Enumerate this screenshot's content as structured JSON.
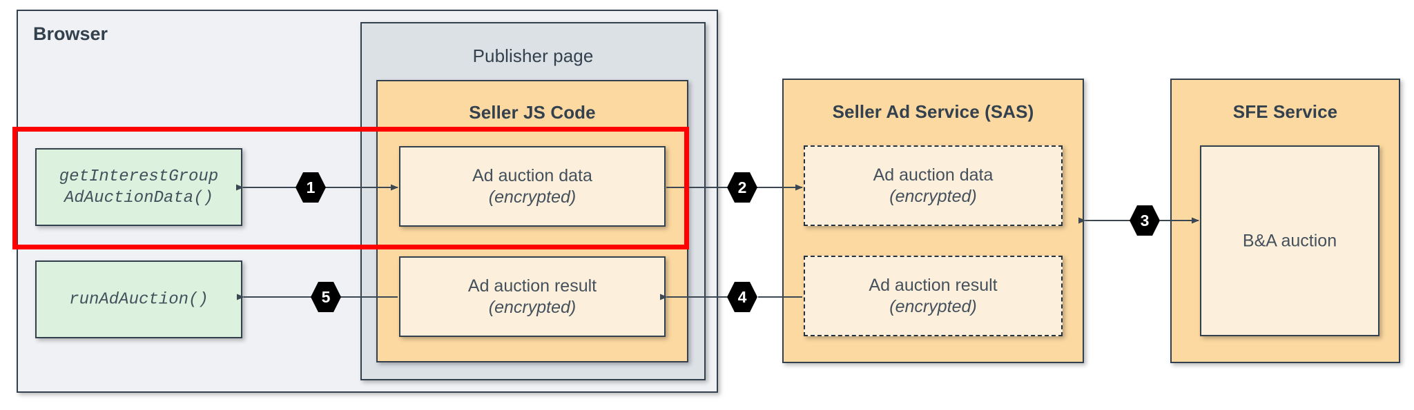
{
  "diagram": {
    "title_browser": "Browser",
    "title_publisher": "Publisher page",
    "title_seller_js": "Seller JS Code",
    "title_sas": "Seller Ad Service (SAS)",
    "title_sfe": "SFE Service"
  },
  "browser_api": {
    "get_interest_group": "getInterestGroup\nAdAuctionData()",
    "run_ad_auction": "runAdAuction()"
  },
  "seller_js_boxes": {
    "ad_auction_data_main": "Ad auction data",
    "ad_auction_data_sub": "(encrypted)",
    "ad_auction_result_main": "Ad auction result",
    "ad_auction_result_sub": "(encrypted)"
  },
  "sas_boxes": {
    "ad_auction_data_main": "Ad auction data",
    "ad_auction_data_sub": "(encrypted)",
    "ad_auction_result_main": "Ad auction result",
    "ad_auction_result_sub": "(encrypted)"
  },
  "sfe_boxes": {
    "ba_auction": "B&A auction"
  },
  "step_markers": {
    "step1": "1",
    "step2": "2",
    "step3": "3",
    "step4": "4",
    "step5": "5"
  },
  "colors": {
    "highlight": "#ff0000",
    "orange_fill": "#fcd9a1",
    "cream_fill": "#fcf0dc",
    "green_fill": "#ddf2de",
    "browser_fill": "#eff1f4",
    "publisher_fill": "#dce1e6",
    "stroke": "#32404e"
  }
}
